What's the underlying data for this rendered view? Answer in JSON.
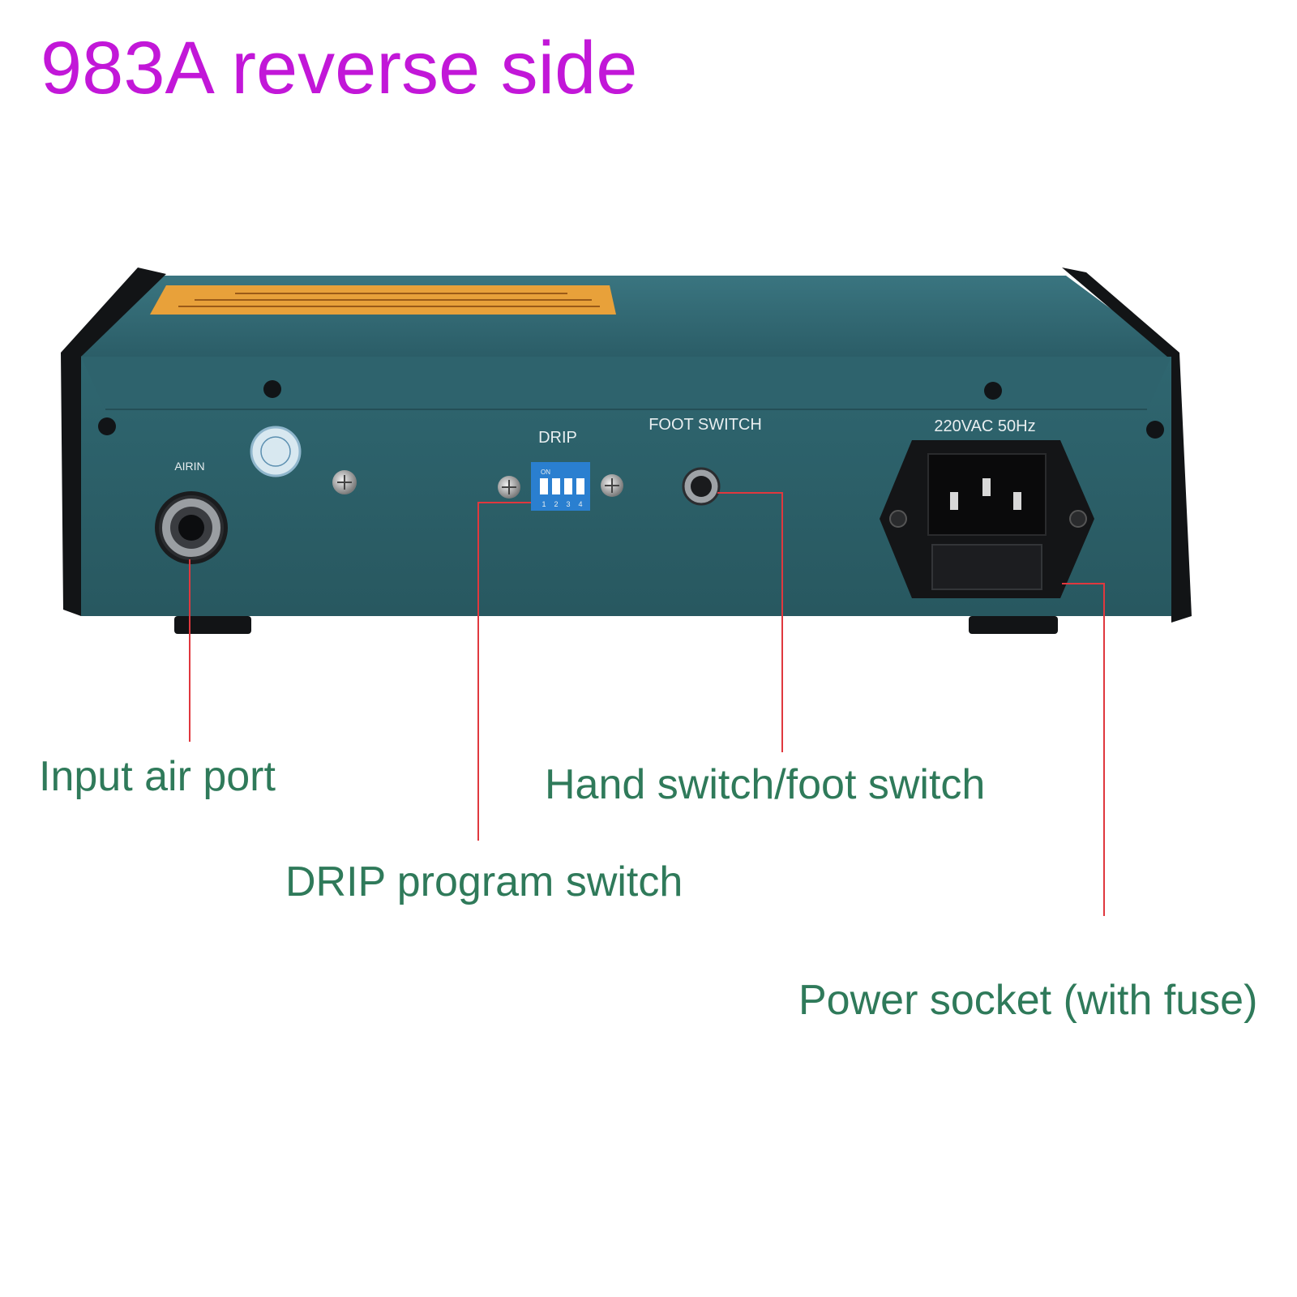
{
  "title": "983A reverse side",
  "panel": {
    "air_label": "AIRIN",
    "drip_label": "DRIP",
    "dip_on": "ON",
    "dip_numbers": [
      "1",
      "2",
      "3",
      "4"
    ],
    "foot_label": "FOOT SWITCH",
    "power_label": "220VAC 50Hz"
  },
  "callouts": {
    "air": "Input air port",
    "drip": "DRIP program switch",
    "foot": "Hand switch/foot switch",
    "power": "Power socket (with fuse)"
  },
  "colors": {
    "title": "#c217d8",
    "callout_text": "#2f7a5a",
    "leader_line": "#e0383e",
    "body": "#2f6670",
    "warning_label": "#e8a13a",
    "dip_switch": "#2a7fd0"
  }
}
